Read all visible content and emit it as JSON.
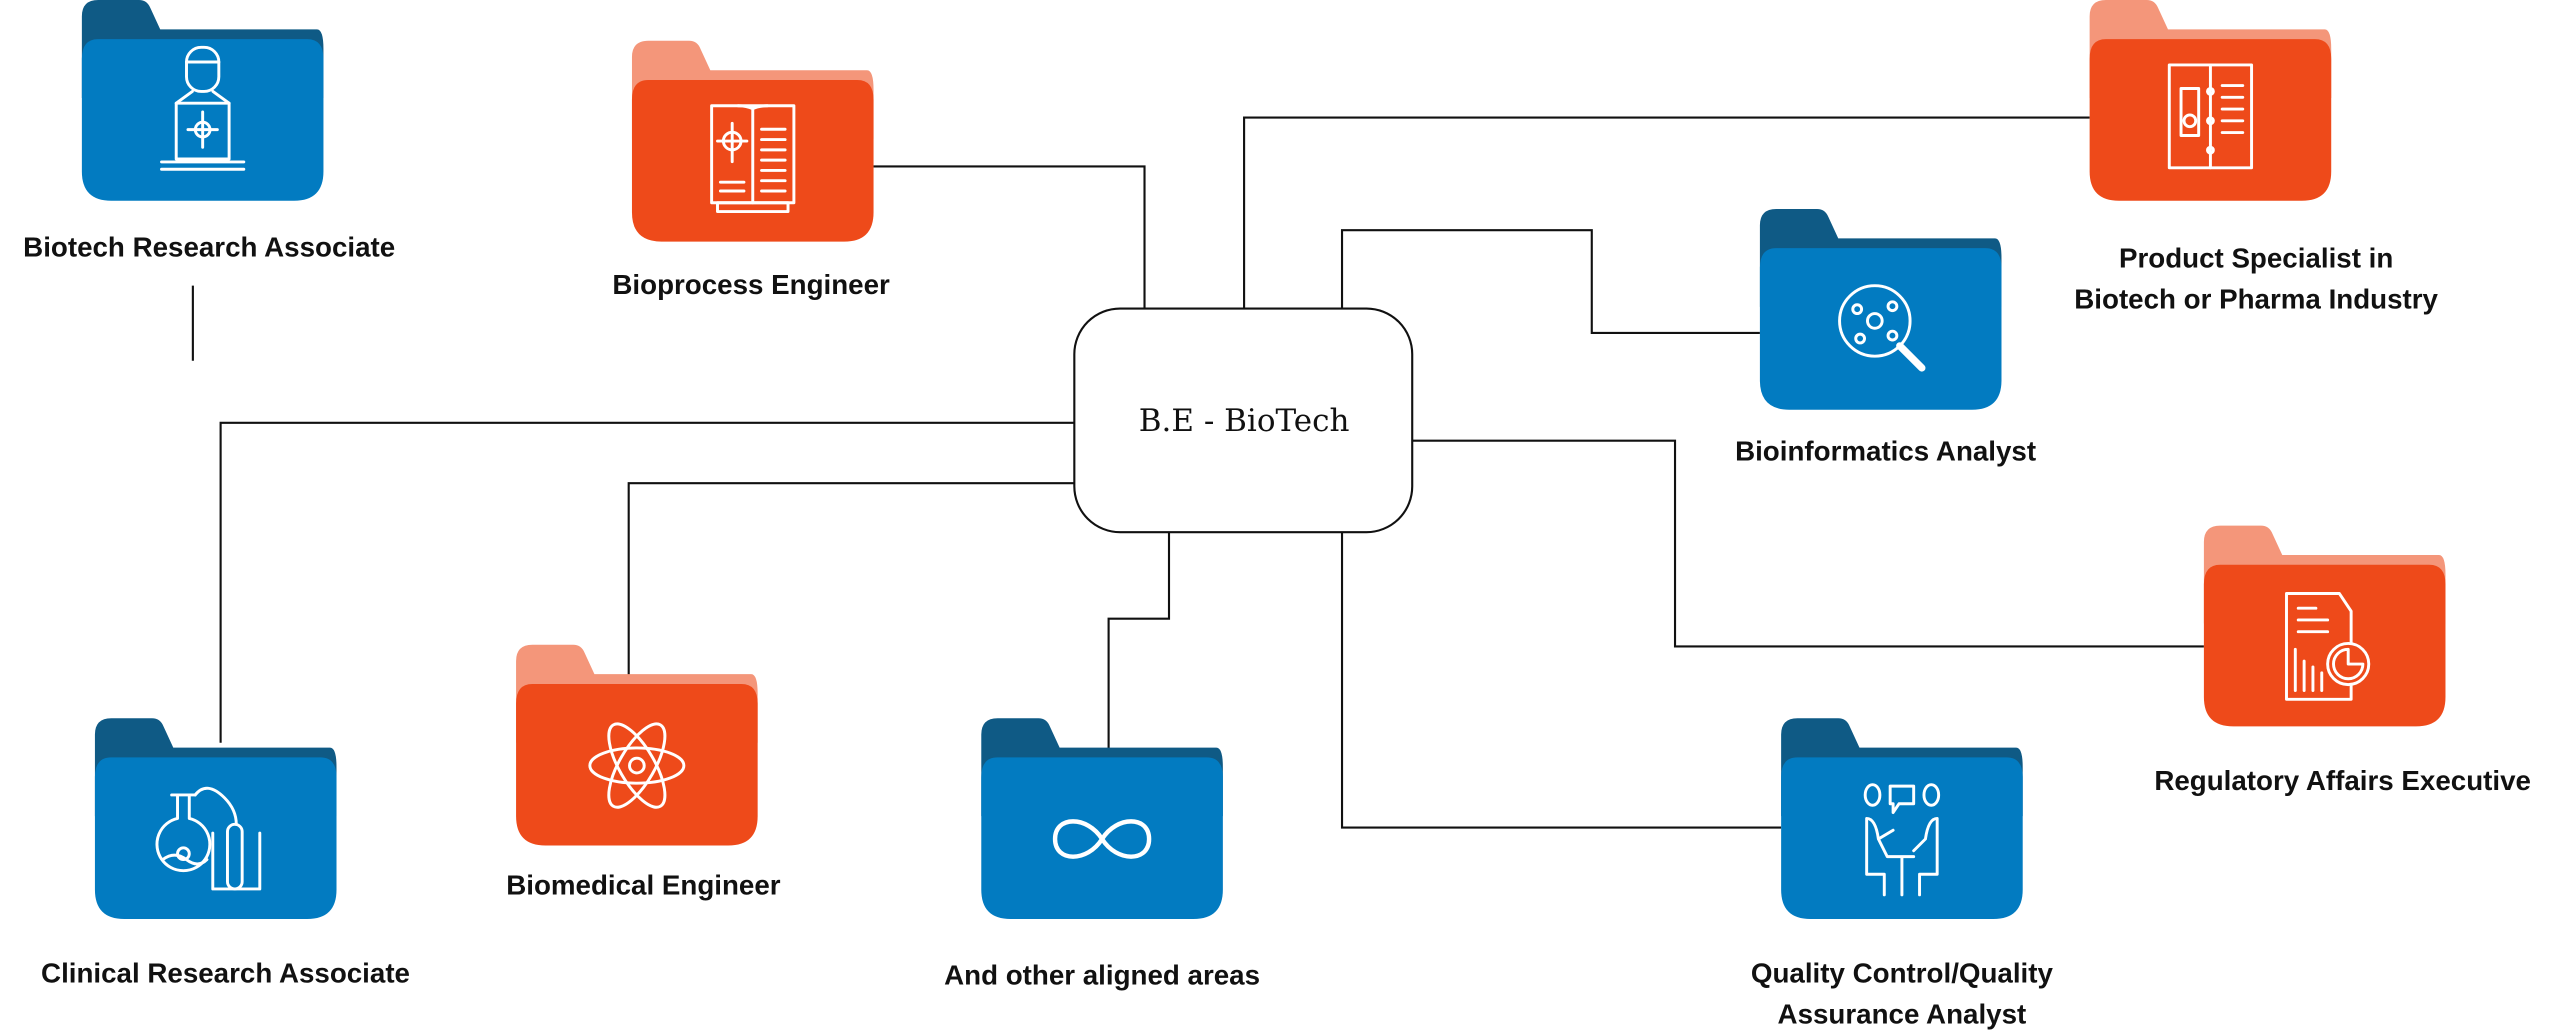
{
  "center": {
    "label": "B.E - BioTech"
  },
  "colors": {
    "blue_front": "#027BC1",
    "blue_back": "#0F5A85",
    "orange_front": "#EE4A1A",
    "orange_back": "#F4967A"
  },
  "careers": [
    {
      "id": "biotech-research-associate",
      "lines": [
        "Biotech Research Associate"
      ],
      "color": "blue",
      "icon": "scientist-laptop-icon"
    },
    {
      "id": "bioprocess-engineer",
      "lines": [
        "Bioprocess Engineer"
      ],
      "color": "orange",
      "icon": "open-book-icon"
    },
    {
      "id": "product-specialist",
      "lines": [
        "Product Specialist in",
        "Biotech or Pharma Industry"
      ],
      "color": "orange",
      "icon": "lab-notebook-icon"
    },
    {
      "id": "bioinformatics-analyst",
      "lines": [
        "Bioinformatics Analyst"
      ],
      "color": "blue",
      "icon": "molecule-magnifier-icon"
    },
    {
      "id": "regulatory-affairs-executive",
      "lines": [
        "Regulatory Affairs Executive"
      ],
      "color": "orange",
      "icon": "report-chart-icon"
    },
    {
      "id": "qc-qa-analyst",
      "lines": [
        "Quality Control/Quality",
        "Assurance Analyst"
      ],
      "color": "blue",
      "icon": "meeting-icon"
    },
    {
      "id": "other-aligned-areas",
      "lines": [
        "And other aligned areas"
      ],
      "color": "blue",
      "icon": "infinity-icon"
    },
    {
      "id": "biomedical-engineer",
      "lines": [
        "Biomedical Engineer"
      ],
      "color": "orange",
      "icon": "atom-icon"
    },
    {
      "id": "clinical-research-associate",
      "lines": [
        "Clinical Research Associate"
      ],
      "color": "blue",
      "icon": "lab-flask-icon"
    }
  ]
}
